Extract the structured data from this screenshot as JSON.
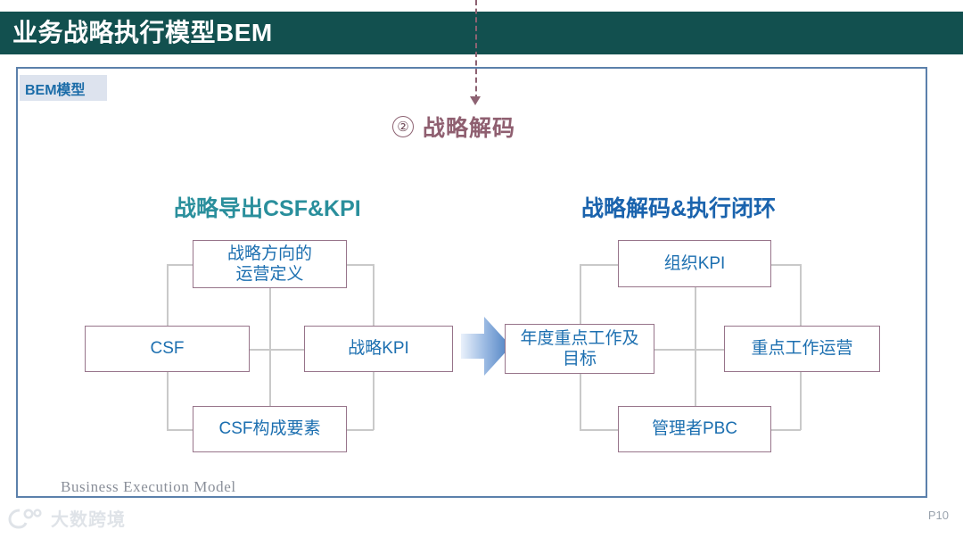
{
  "slide": {
    "title": "业务战略执行模型BEM",
    "badge": "BEM模型",
    "footnote": "Business Execution Model",
    "page_number": "P10",
    "watermark": "大数跨境"
  },
  "step": {
    "number": "②",
    "label": "战略解码"
  },
  "sections": [
    {
      "id": "left",
      "heading": "战略导出CSF&KPI",
      "color": "#2a8f9c"
    },
    {
      "id": "right",
      "heading": "战略解码&执行闭环",
      "color": "#1a63ad"
    }
  ],
  "left_cluster": {
    "top": "战略方向的\n运营定义",
    "top_line1": "战略方向的",
    "top_line2": "运营定义",
    "left": "CSF",
    "right": "战略KPI",
    "bottom": "CSF构成要素"
  },
  "right_cluster": {
    "top": "组织KPI",
    "left_line1": "年度重点工作及",
    "left_line2": "目标",
    "right": "重点工作运营",
    "bottom": "管理者PBC"
  },
  "colors": {
    "title_bar": "#12504f",
    "frame_border": "#5b80ab",
    "badge_bg": "#dde3ee",
    "badge_text": "#1b6ca8",
    "box_border": "#97748a",
    "box_text": "#1c6fb0",
    "connector": "#c9c9c9",
    "step_accent": "#8f5f70",
    "arrow_blue": "#5b8fd0"
  }
}
